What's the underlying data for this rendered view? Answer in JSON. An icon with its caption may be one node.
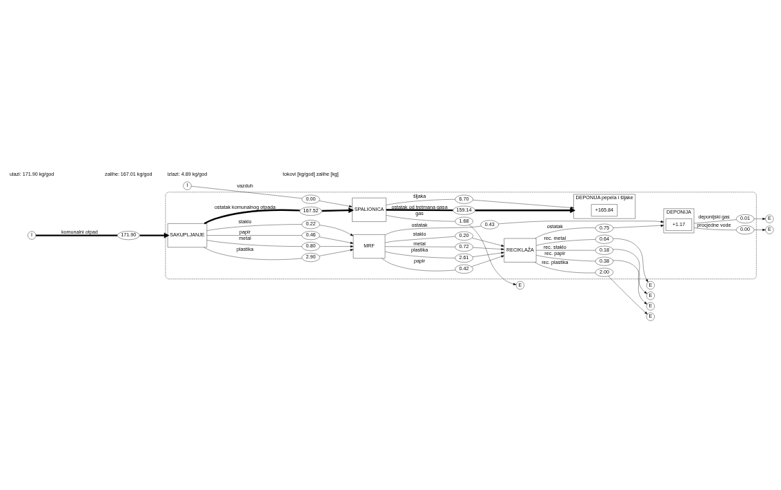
{
  "diagram": {
    "nodes": [
      {
        "text": [],
        "shape": "box"
      },
      {
        "text": [
          "I"
        ]
      },
      {
        "text": [
          "I"
        ]
      },
      {
        "text": [
          "SAKUPLJANJE"
        ],
        "in": 0
      },
      {
        "text": [
          "MRF"
        ],
        "in": 0
      },
      {
        "text": [
          "RECIKLAŽA"
        ],
        "in": 0
      },
      {
        "text": [
          "DEPONIJA"
        ],
        "in": 0
      },
      {
        "text": [
          "+1.17"
        ],
        "in": 6
      },
      {
        "text": [
          "SPALIONICA"
        ],
        "in": 0
      },
      {
        "text": [
          "DEPONIJA pepela i šljake"
        ],
        "in": 0
      },
      {
        "text": [
          "+165.84"
        ],
        "in": 9
      },
      {
        "text": [
          "171.90"
        ]
      },
      {
        "text": [
          "0.46"
        ],
        "in": 0
      },
      {
        "text": [
          "2.90"
        ],
        "in": 0
      },
      {
        "text": [
          "0.80"
        ],
        "in": 0
      },
      {
        "text": [
          "0.22"
        ],
        "in": 0
      },
      {
        "text": [
          "0.42"
        ],
        "in": 0
      },
      {
        "text": [
          "2.61"
        ],
        "in": 0
      },
      {
        "text": [
          "0.72"
        ],
        "in": 0
      },
      {
        "text": [
          "0.20"
        ],
        "in": 0
      },
      {
        "text": [
          "0.38"
        ],
        "in": 0
      },
      {
        "text": [
          "2.00"
        ],
        "in": 0
      },
      {
        "text": [
          "0.64"
        ],
        "in": 0
      },
      {
        "text": [
          "0.18"
        ],
        "in": 0
      },
      {
        "text": [
          "0.75"
        ],
        "in": 0
      },
      {
        "text": [
          "0.43"
        ],
        "in": 0
      },
      {
        "text": [
          "0.01"
        ],
        "in": 0
      },
      {
        "text": [
          "0.00"
        ],
        "in": 0
      },
      {
        "text": [
          "167.52"
        ],
        "in": 0
      },
      {
        "text": [
          "0.00"
        ],
        "in": 0
      },
      {
        "text": [
          "1.68"
        ],
        "in": 0
      },
      {
        "text": [
          "159.14"
        ],
        "in": 0
      },
      {
        "text": [
          "6.70"
        ],
        "in": 0
      },
      {
        "text": [
          "E"
        ]
      },
      {
        "text": [
          "E"
        ]
      },
      {
        "text": [
          "E"
        ]
      },
      {
        "text": [
          "E"
        ]
      },
      {
        "text": [
          "E"
        ]
      },
      {
        "text": [
          "E"
        ]
      },
      {
        "text": [
          "E"
        ]
      }
    ],
    "edges": [
      {
        "from": 1,
        "to": 11,
        "arrow": "none",
        "label": "komunalni otpad",
        "style": "thick"
      },
      {
        "from": 11,
        "to": 3,
        "arrow": "to",
        "style": "thick"
      },
      {
        "from": 3,
        "to": 12,
        "arrow": "none",
        "label": "papir"
      },
      {
        "from": 12,
        "to": 4,
        "arrow": "to"
      },
      {
        "from": 3,
        "to": 13,
        "arrow": "none",
        "label": "plastika"
      },
      {
        "from": 13,
        "to": 4,
        "arrow": "to"
      },
      {
        "from": 3,
        "to": 14,
        "arrow": "none",
        "label": "metal"
      },
      {
        "from": 14,
        "to": 4,
        "arrow": "to"
      },
      {
        "from": 3,
        "to": 15,
        "arrow": "none",
        "label": "staklo"
      },
      {
        "from": 15,
        "to": 4,
        "arrow": "to"
      },
      {
        "from": 4,
        "to": 16,
        "arrow": "none",
        "label": "papir"
      },
      {
        "from": 16,
        "to": 5,
        "arrow": "to"
      },
      {
        "from": 4,
        "to": 17,
        "arrow": "none",
        "label": "plastika"
      },
      {
        "from": 17,
        "to": 5,
        "arrow": "to"
      },
      {
        "from": 4,
        "to": 18,
        "arrow": "none",
        "label": "metal"
      },
      {
        "from": 18,
        "to": 5,
        "arrow": "to"
      },
      {
        "from": 4,
        "to": 19,
        "arrow": "none",
        "label": "staklo"
      },
      {
        "from": 19,
        "to": 5,
        "arrow": "to"
      },
      {
        "from": 5,
        "to": 20,
        "arrow": "none",
        "label": "rec. papir"
      },
      {
        "from": 20,
        "to": 33,
        "arrow": "to"
      },
      {
        "from": 5,
        "to": 21,
        "arrow": "none",
        "label": "rec. plastika"
      },
      {
        "from": 21,
        "to": 34,
        "arrow": "to"
      },
      {
        "from": 5,
        "to": 22,
        "arrow": "none",
        "label": "rec. metal"
      },
      {
        "from": 22,
        "to": 35,
        "arrow": "to"
      },
      {
        "from": 5,
        "to": 23,
        "arrow": "none",
        "label": "rec. staklo"
      },
      {
        "from": 23,
        "to": 36,
        "arrow": "to"
      },
      {
        "from": 5,
        "to": 24,
        "arrow": "none",
        "label": "ostatak"
      },
      {
        "from": 24,
        "to": 6,
        "arrow": "to"
      },
      {
        "from": 4,
        "to": 25,
        "arrow": "none",
        "label": "ostatak"
      },
      {
        "from": 25,
        "to": 6,
        "arrow": "to"
      },
      {
        "from": 6,
        "to": 26,
        "arrow": "none",
        "label": "deponijski gas"
      },
      {
        "from": 26,
        "to": 37,
        "arrow": "to"
      },
      {
        "from": 6,
        "to": 27,
        "arrow": "none",
        "label": "procjedne vode"
      },
      {
        "from": 27,
        "to": 38,
        "arrow": "to"
      },
      {
        "from": 3,
        "to": 28,
        "arrow": "none",
        "label": "ostatak komunalnog otpada",
        "style": "thick"
      },
      {
        "from": 28,
        "to": 8,
        "arrow": "to",
        "style": "thick"
      },
      {
        "from": 2,
        "to": 29,
        "arrow": "none",
        "label": "vazduh"
      },
      {
        "from": 29,
        "to": 8,
        "arrow": "to"
      },
      {
        "from": 8,
        "to": 30,
        "arrow": "none",
        "label": "gas"
      },
      {
        "from": 30,
        "to": 39,
        "arrow": "to"
      },
      {
        "from": 8,
        "to": 31,
        "arrow": "none",
        "label": "ostatak od tretmana gasa",
        "style": "thick"
      },
      {
        "from": 31,
        "to": 9,
        "arrow": "to",
        "style": "thick"
      },
      {
        "from": 8,
        "to": 32,
        "arrow": "none",
        "label": "šljaka"
      },
      {
        "from": 32,
        "to": 9,
        "arrow": "to"
      }
    ],
    "labels": [
      "ulazi: 171.90 kg/god",
      "zalihe: 167.01 kg/god",
      "izlazi: 4.89 kg/god",
      "tokovi [kg/god] zalihe [kg]"
    ]
  }
}
